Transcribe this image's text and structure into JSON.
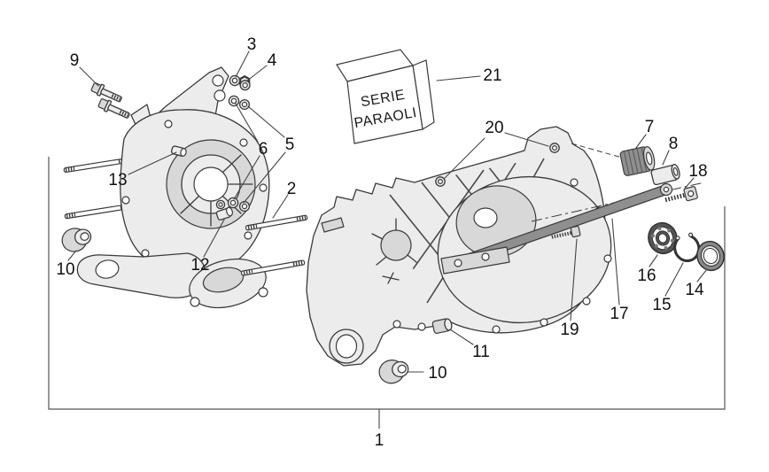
{
  "figure": {
    "type": "exploded-parts-diagram",
    "subject": "engine-crankcase-assembly",
    "colors": {
      "background": "#ffffff",
      "line": "#3a3a3a",
      "fill_light": "#ececec",
      "fill_mid": "#d8d8d8",
      "fill_dark": "#8f8f8f",
      "callout_text": "#111111"
    },
    "kit_card": {
      "line1": "SERIE",
      "line2": "PARAOLI"
    },
    "callouts": {
      "c1": "1",
      "c2": "2",
      "c3": "3",
      "c4": "4",
      "c5": "5",
      "c6": "6",
      "c7": "7",
      "c8": "8",
      "c9": "9",
      "c10_left": "10",
      "c10_right": "10",
      "c11": "11",
      "c12": "12",
      "c13": "13",
      "c14": "14",
      "c15": "15",
      "c16": "16",
      "c17": "17",
      "c18": "18",
      "c19": "19",
      "c20": "20",
      "c21": "21"
    }
  }
}
